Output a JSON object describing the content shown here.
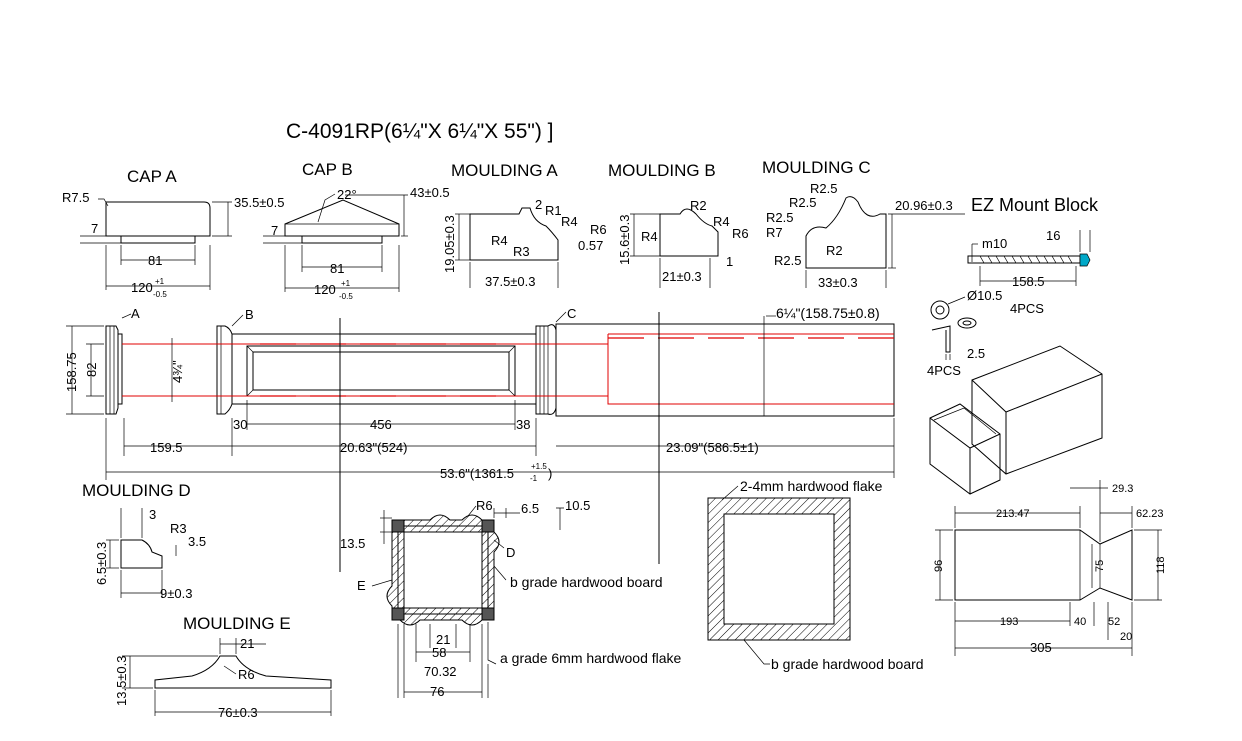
{
  "title": "C-4091RP(6¼\"X 6¼\"X 55\") ]",
  "labels": {
    "cap_a": "CAP A",
    "cap_b": "CAP B",
    "moulding_a": "MOULDING A",
    "moulding_b": "MOULDING B",
    "moulding_c": "MOULDING C",
    "moulding_d": "MOULDING D",
    "moulding_e": "MOULDING E",
    "ez_mount": "EZ Mount Block",
    "marker_a": "A",
    "marker_b": "B",
    "marker_c": "C",
    "marker_d": "D",
    "marker_e": "E"
  },
  "cap_a": {
    "r": "R7.5",
    "h": "35.5±0.5",
    "seven": "7",
    "w1": "81",
    "w2": "120",
    "tol_up": "+1",
    "tol_dn": "-0.5"
  },
  "cap_b": {
    "angle": "22°",
    "h": "43±0.5",
    "seven": "7",
    "w1": "81",
    "w2": "120",
    "tol_up": "+1",
    "tol_dn": "-0.5"
  },
  "moulding_a": {
    "r2": "2",
    "r1": "R1",
    "r4a": "R4",
    "r6": "R6",
    "r4b": "R4",
    "r3": "R3",
    "d057": "0.57",
    "h": "19.05±0.3",
    "w": "37.5±0.3"
  },
  "moulding_b": {
    "r2": "R2",
    "r4a": "R4",
    "r4b": "R4",
    "r6": "R6",
    "h": "15.6±0.3",
    "w": "21±0.3",
    "one": "1"
  },
  "moulding_c": {
    "r25a": "R2.5",
    "r25b": "R2.5",
    "r25c": "R2.5",
    "r7": "R7",
    "r2": "R2",
    "r25d": "R2.5",
    "h": "20.96±0.3",
    "w": "33±0.3"
  },
  "screw": {
    "m10": "m10",
    "len": "158.5",
    "head": "16",
    "washer": "Ø10.5",
    "pcs1": "4PCS",
    "key": "2.5",
    "pcs2": "4PCS"
  },
  "post": {
    "d15875": "158.75",
    "d82": "82",
    "d434": "4¾\"",
    "d614": "6¼\"(158.75±0.8)",
    "d1595": "159.5",
    "d30": "30",
    "d456": "456",
    "d38": "38",
    "d2063": "20.63\"(524)",
    "d2309": "23.09\"(586.5±1)",
    "total": "53.6\"(1361.5",
    "total_up": "+1.5",
    "total_dn": "-1",
    "total_end": ")"
  },
  "moulding_d": {
    "three": "3",
    "r3": "R3",
    "d35": "3.5",
    "h": "6.5±0.3",
    "w": "9±0.3"
  },
  "moulding_e": {
    "top": "21",
    "r6": "R6",
    "h": "13.5±0.3",
    "w": "76±0.3"
  },
  "section": {
    "r6": "R6",
    "d65": "6.5",
    "d105": "10.5",
    "d135": "13.5",
    "b_board": "b grade hardwood board",
    "a_flake": "a grade 6mm hardwood flake",
    "d21": "21",
    "d58": "58",
    "d7032": "70.32",
    "d76": "76"
  },
  "box": {
    "flake": "2-4mm hardwood flake",
    "board": "b grade hardwood board"
  },
  "block": {
    "d2134": "213.47",
    "d293": "29.3",
    "d6223": "62.23",
    "d96": "96",
    "d75": "75",
    "d118": "118",
    "d193": "193",
    "d40": "40",
    "d52": "52",
    "d20": "20",
    "d305": "305"
  }
}
